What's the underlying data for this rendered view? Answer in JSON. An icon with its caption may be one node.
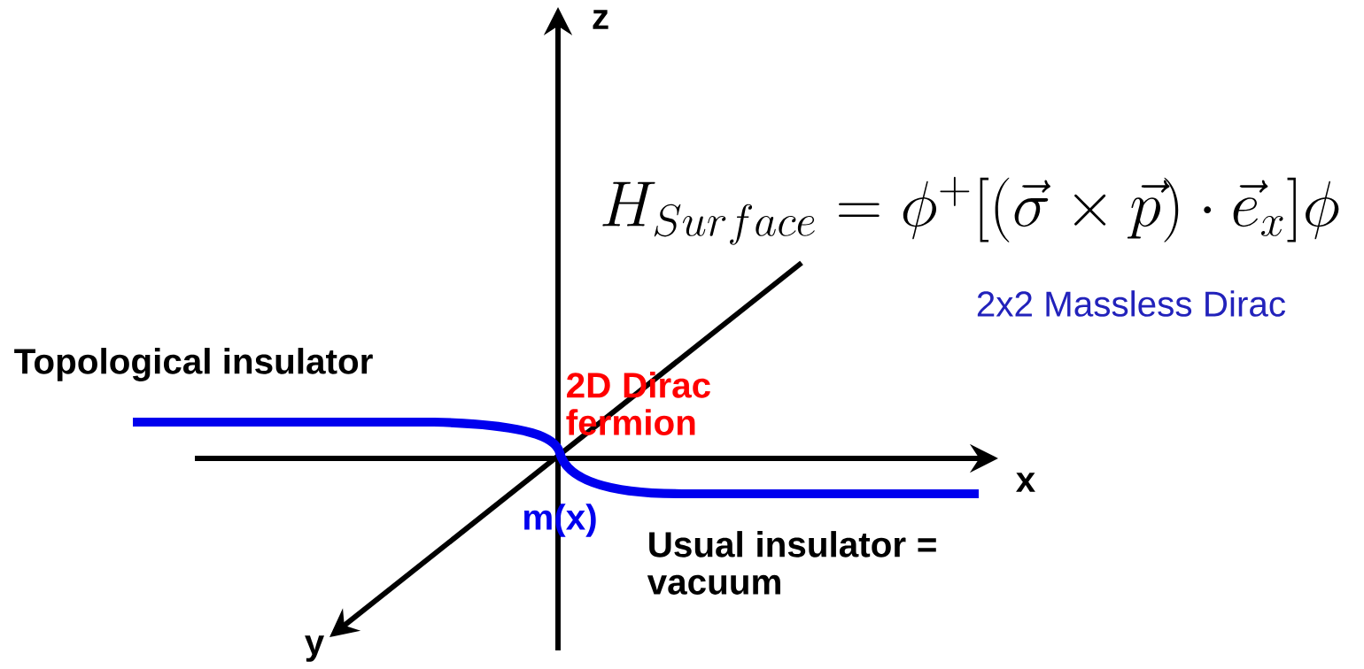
{
  "diagram": {
    "labels": [
      "z",
      "H_{Surface} = \\phi^{+}[(\\vec{\\sigma}\\times\\vec{p})\\cdot\\vec{e}_{x}]\\phi",
      "2x2 Massless Dirac",
      "Topological insulator",
      "2D Dirac fermion",
      "x",
      "m(x)",
      "Usual insulator = vacuum",
      "y"
    ]
  }
}
